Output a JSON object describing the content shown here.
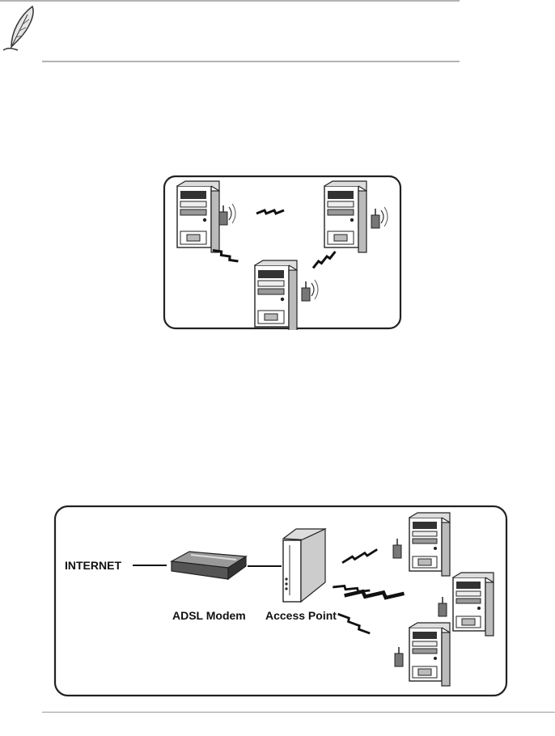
{
  "note": {
    "icon": "feather-pen-icon"
  },
  "adhoc_diagram": {
    "icons": [
      "desktop-pc-icon",
      "wireless-adapter-icon",
      "wireless-link-icon"
    ]
  },
  "infrastructure_diagram": {
    "internet_label": "INTERNET",
    "modem_label": "ADSL Modem",
    "access_point_label": "Access Point",
    "icons": [
      "adsl-modem-icon",
      "access-point-icon",
      "desktop-pc-icon",
      "wireless-adapter-icon",
      "wireless-link-icon"
    ]
  }
}
